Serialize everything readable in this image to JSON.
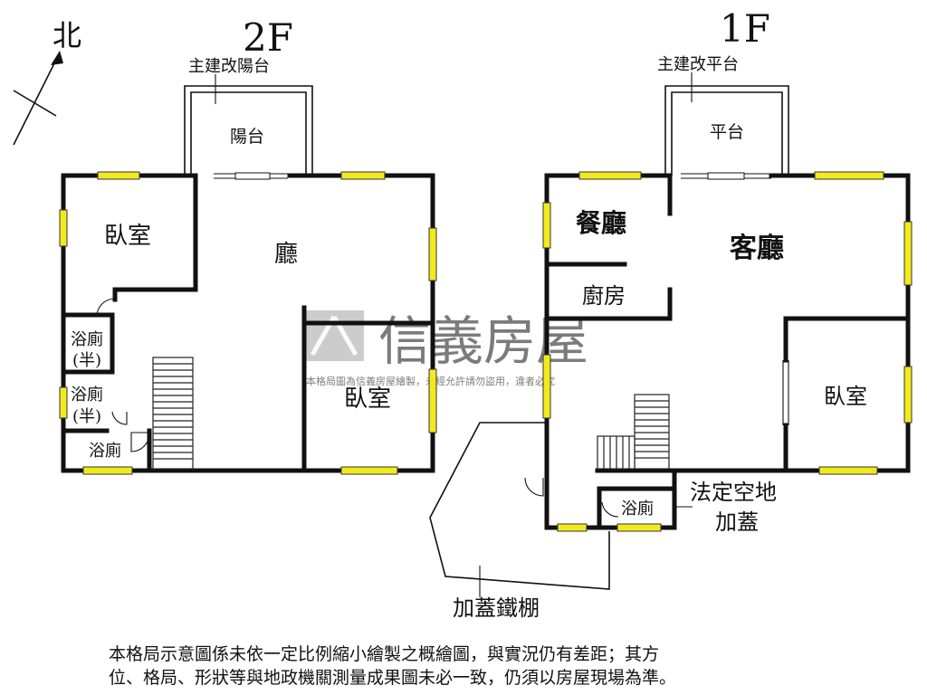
{
  "compass": {
    "label": "北"
  },
  "floor2": {
    "title": "2F",
    "balcony_note": "主建改陽台",
    "rooms": {
      "balcony": "陽台",
      "hall": "廳",
      "bedroom_a": "臥室",
      "bedroom_b": "臥室",
      "bath_half_a_1": "浴廁",
      "bath_half_a_2": "(半)",
      "bath_half_b_1": "浴廁",
      "bath_half_b_2": "(半)",
      "bath": "浴廁"
    }
  },
  "floor1": {
    "title": "1F",
    "platform_note": "主建改平台",
    "rooms": {
      "platform": "平台",
      "dining": "餐廳",
      "living": "客廳",
      "kitchen": "廚房",
      "bedroom": "臥室",
      "bath": "浴廁"
    },
    "notes": {
      "vacant_1": "法定空地",
      "vacant_2": "加蓋",
      "iron_shed": "加蓋鐵棚"
    }
  },
  "watermark": {
    "brand": "信義房屋",
    "notice": "本格局圖為信義房屋繪製，未經允許請勿盜用，違者必究"
  },
  "disclaimer": {
    "line1": "本格局示意圖係未依一定比例縮小繪製之概繪圖，與實況仍有差距；其方",
    "line2": "位、格局、形狀等與地政機關測量成果圖未必一致，仍須以房屋現場為準。"
  },
  "colors": {
    "window": "#f2ea1e",
    "wall": "#111111",
    "watermark": "#8a8a8a"
  }
}
